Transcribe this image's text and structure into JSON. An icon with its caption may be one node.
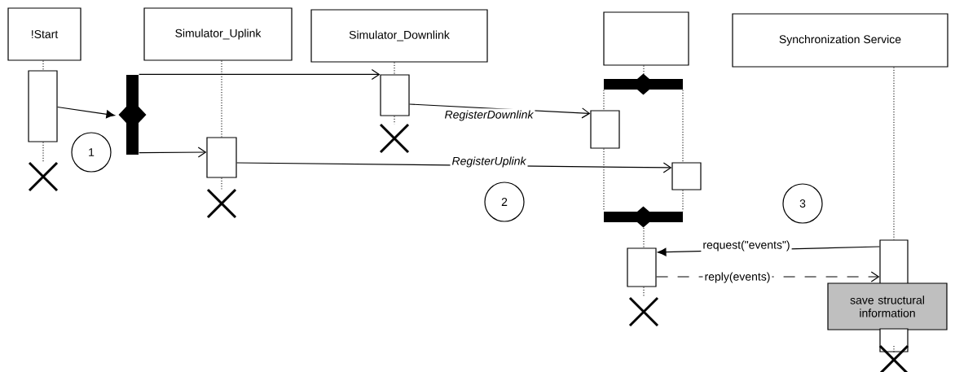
{
  "diagram": {
    "nodes": [
      {
        "text": [
          "!Start"
        ]
      },
      {
        "text": [
          "Simulator_Uplink"
        ]
      },
      {
        "text": [
          "Simulator_Downlink"
        ]
      },
      {
        "text": [],
        "shape": "box"
      },
      {
        "text": [
          "Synchronization Service"
        ]
      },
      {
        "text": [],
        "shape": "box"
      },
      {
        "text": [],
        "shape": "bar"
      },
      {
        "text": [],
        "shape": "box"
      },
      {
        "text": [],
        "shape": "box"
      },
      {
        "text": [],
        "shape": "box"
      },
      {
        "text": [],
        "shape": "box"
      },
      {
        "text": [],
        "shape": "box"
      },
      {
        "text": [],
        "shape": "box"
      },
      {
        "text": [
          "save structural information"
        ]
      },
      {
        "text": [
          "1"
        ]
      },
      {
        "text": [
          "2"
        ]
      },
      {
        "text": [
          "3"
        ]
      },
      {
        "text": [],
        "shape": "bar"
      },
      {
        "text": [],
        "shape": "bar"
      },
      {
        "text": [],
        "shape": "box"
      },
      {
        "text": [],
        "shape": "cross"
      },
      {
        "text": [],
        "shape": "cross"
      },
      {
        "text": [],
        "shape": "cross"
      },
      {
        "text": [],
        "shape": "cross"
      },
      {
        "text": [],
        "shape": "cross"
      }
    ],
    "edges": [
      {
        "from": 5,
        "to": 6,
        "arrow": "to"
      },
      {
        "from": 6,
        "to": 7,
        "arrow": "to"
      },
      {
        "from": 6,
        "to": 8,
        "arrow": "to"
      },
      {
        "from": 7,
        "to": 9,
        "label": "RegisterDownlink",
        "arrow": "to"
      },
      {
        "from": 8,
        "to": 10,
        "label": "RegisterUplink",
        "arrow": "to"
      },
      {
        "from": 12,
        "to": 11,
        "label": "request(\"events\")",
        "arrow": "to"
      },
      {
        "from": 11,
        "to": 12,
        "label": "reply(events)",
        "arrow": "to",
        "style": "dashed"
      },
      {
        "from": 0,
        "to": 5,
        "arrow": "none",
        "style": "dashed"
      },
      {
        "from": 5,
        "to": 20,
        "arrow": "none",
        "style": "dashed"
      },
      {
        "from": 1,
        "to": 8,
        "arrow": "none",
        "style": "dashed"
      },
      {
        "from": 8,
        "to": 21,
        "arrow": "none",
        "style": "dashed"
      },
      {
        "from": 2,
        "to": 7,
        "arrow": "none",
        "style": "dashed"
      },
      {
        "from": 7,
        "to": 22,
        "arrow": "none",
        "style": "dashed"
      },
      {
        "from": 3,
        "to": 17,
        "arrow": "none",
        "style": "dashed"
      },
      {
        "from": 17,
        "to": 9,
        "arrow": "none",
        "style": "dashed"
      },
      {
        "from": 9,
        "to": 18,
        "arrow": "none",
        "style": "dashed"
      },
      {
        "from": 17,
        "to": 10,
        "arrow": "none",
        "style": "dashed"
      },
      {
        "from": 10,
        "to": 18,
        "arrow": "none",
        "style": "dashed"
      },
      {
        "from": 18,
        "to": 11,
        "arrow": "none",
        "style": "dashed"
      },
      {
        "from": 11,
        "to": 23,
        "arrow": "none",
        "style": "dashed"
      },
      {
        "from": 4,
        "to": 12,
        "arrow": "none",
        "style": "dashed"
      },
      {
        "from": 19,
        "to": 24,
        "arrow": "none",
        "style": "dashed"
      }
    ]
  }
}
